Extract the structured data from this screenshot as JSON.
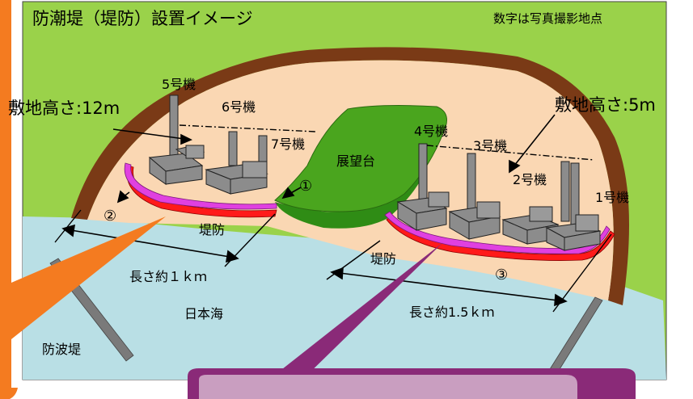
{
  "title": "防潮堤（堤防）設置イメージ",
  "note": "数字は写真撮影地点",
  "labels": {
    "site_height_left": "敷地高さ:12m",
    "site_height_right": "敷地高さ:5m",
    "unit5": "5号機",
    "unit6": "6号機",
    "unit7": "7号機",
    "unit4": "4号機",
    "unit3": "3号機",
    "unit2": "2号機",
    "unit1": "1号機",
    "observatory": "展望台",
    "embankment_left": "堤防",
    "embankment_right": "堤防",
    "length_left": "長さ約１ｋｍ",
    "length_right": "長さ約1.5ｋｍ",
    "sea": "日本海",
    "breakwater": "防波堤",
    "point1": "①",
    "point2": "②",
    "point3": "③"
  },
  "colors": {
    "land": "#9ad24a",
    "site": "#fad7b3",
    "sea": "#b9dfe5",
    "cliff": "#7a3a16",
    "wall_pink": "#e040e0",
    "wall_red": "#ff1a1a",
    "observatory": "#4aa51e",
    "frame_orange": "#f47b20",
    "callout_purple": "#8a2a78"
  }
}
